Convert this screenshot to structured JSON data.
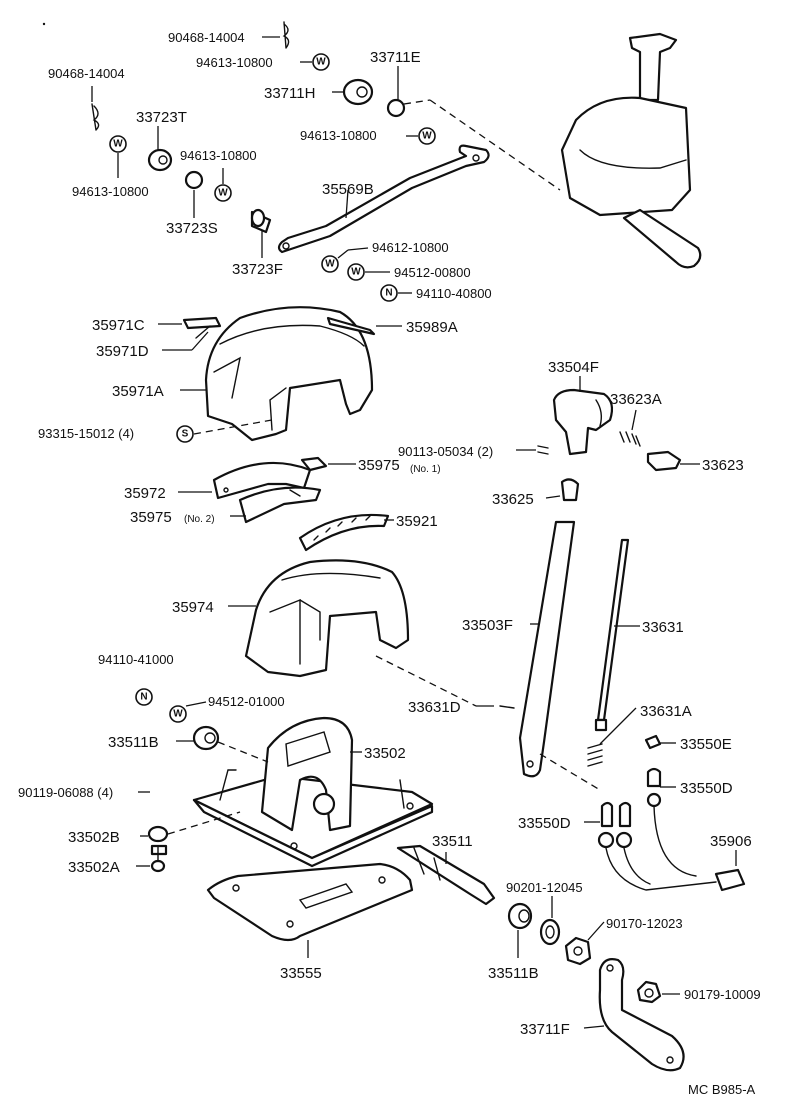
{
  "diagram_code": "MC  B985-A",
  "symbols": {
    "washer": "W",
    "nut": "N",
    "screw": "S"
  },
  "labels": {
    "p_90468_14004_a": "90468-14004",
    "p_94613_10800_a": "94613-10800",
    "p_33711E": "33711E",
    "p_33711H": "33711H",
    "p_90468_14004_b": "90468-14004",
    "p_33723T": "33723T",
    "p_94613_10800_b": "94613-10800",
    "p_94613_10800_c": "94613-10800",
    "p_94613_10800_d": "94613-10800",
    "p_35569B": "35569B",
    "p_33723S": "33723S",
    "p_33723F": "33723F",
    "p_94612_10800": "94612-10800",
    "p_94512_00800": "94512-00800",
    "p_94110_40800": "94110-40800",
    "p_35971C": "35971C",
    "p_35971D": "35971D",
    "p_35989A": "35989A",
    "p_35971A": "35971A",
    "p_93315_15012": "93315-15012 (4)",
    "p_33504F": "33504F",
    "p_33623A": "33623A",
    "p_90113_05034": "90113-05034 (2)",
    "p_33623": "33623",
    "p_35975_1": "35975",
    "p_35975_1_note": "(No. 1)",
    "p_35972": "35972",
    "p_33625": "33625",
    "p_35975_2": "35975",
    "p_35975_2_note": "(No. 2)",
    "p_35921": "35921",
    "p_35974": "35974",
    "p_33503F": "33503F",
    "p_33631": "33631",
    "p_94110_41000": "94110-41000",
    "p_94512_01000": "94512-01000",
    "p_33631D": "33631D",
    "p_33631A": "33631A",
    "p_33511B_a": "33511B",
    "p_33502": "33502",
    "p_33550E": "33550E",
    "p_90119_06088": "90119-06088 (4)",
    "p_33550D_a": "33550D",
    "p_33502B": "33502B",
    "p_33511": "33511",
    "p_33550D_b": "33550D",
    "p_35906": "35906",
    "p_33502A": "33502A",
    "p_90201_12045": "90201-12045",
    "p_90170_12023": "90170-12023",
    "p_33555": "33555",
    "p_33511B_b": "33511B",
    "p_90179_10009": "90179-10009",
    "p_33711F": "33711F"
  }
}
